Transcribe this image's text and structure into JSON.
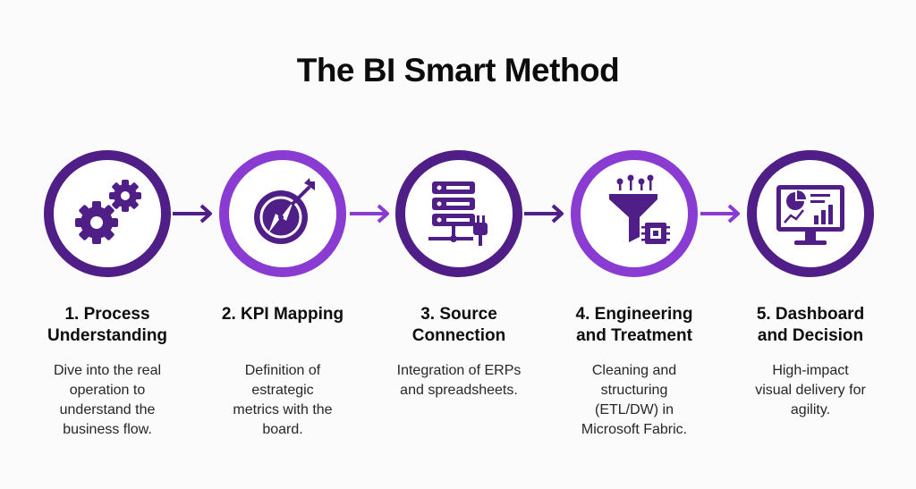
{
  "title": "The BI Smart Method",
  "steps": [
    {
      "title_lines": [
        "1. Process",
        "Understanding"
      ],
      "desc_lines": [
        "Dive into the real",
        "operation to",
        "understand the",
        "business flow."
      ],
      "icon": "gears-icon"
    },
    {
      "title_lines": [
        "2. KPI Mapping"
      ],
      "desc_lines": [
        "Definition of",
        "estrategic",
        "metrics with the",
        "board."
      ],
      "icon": "compass-target-icon"
    },
    {
      "title_lines": [
        "3. Source",
        "Connection"
      ],
      "desc_lines": [
        "Integration of ERPs",
        "and spreadsheets."
      ],
      "icon": "server-plug-icon"
    },
    {
      "title_lines": [
        "4. Engineering",
        "and Treatment"
      ],
      "desc_lines": [
        "Cleaning and",
        "structuring",
        "(ETL/DW) in",
        "Microsoft Fabric."
      ],
      "icon": "funnel-chip-icon"
    },
    {
      "title_lines": [
        "5. Dashboard",
        "and Decision"
      ],
      "desc_lines": [
        "High-impact",
        "visual delivery for",
        "agility."
      ],
      "icon": "dashboard-monitor-icon"
    }
  ],
  "colors": {
    "dark_purple": "#4f1e86",
    "light_purple": "#8a3bd2",
    "background": "#fbfbfb"
  }
}
